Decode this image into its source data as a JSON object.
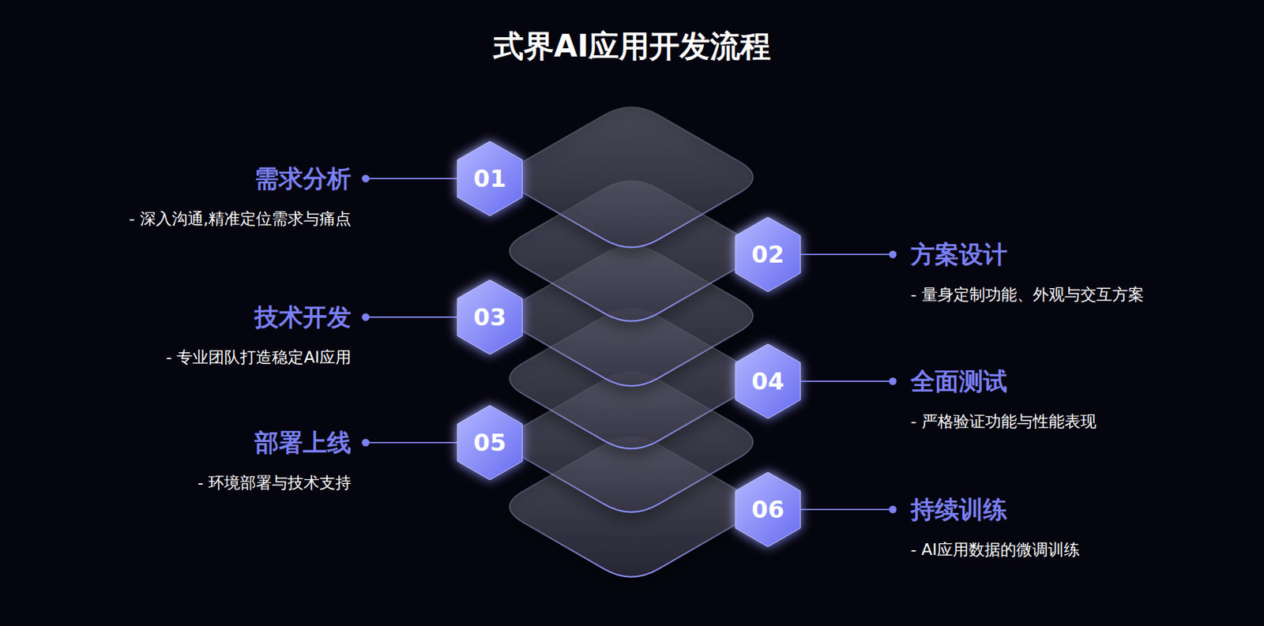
{
  "diagram": {
    "title": "式界AI应用开发流程",
    "nodes": [
      {
        "text": [
          "01"
        ]
      },
      {
        "text": [
          "02"
        ]
      },
      {
        "text": [
          "03"
        ]
      },
      {
        "text": [
          "04"
        ]
      },
      {
        "text": [
          "05"
        ]
      },
      {
        "text": [
          "06"
        ]
      }
    ],
    "labels": [
      "需求分析",
      "- 深入沟通,精准定位需求与痛点",
      "方案设计",
      "- 量身定制功能、外观与交互方案",
      "技术开发",
      "- 专业团队打造稳定AI应用",
      "全面测试",
      "- 严格验证功能与性能表现",
      "部署上线",
      "- 环境部署与技术支持",
      "持续训练",
      "- AI应用数据的微调训练"
    ]
  }
}
